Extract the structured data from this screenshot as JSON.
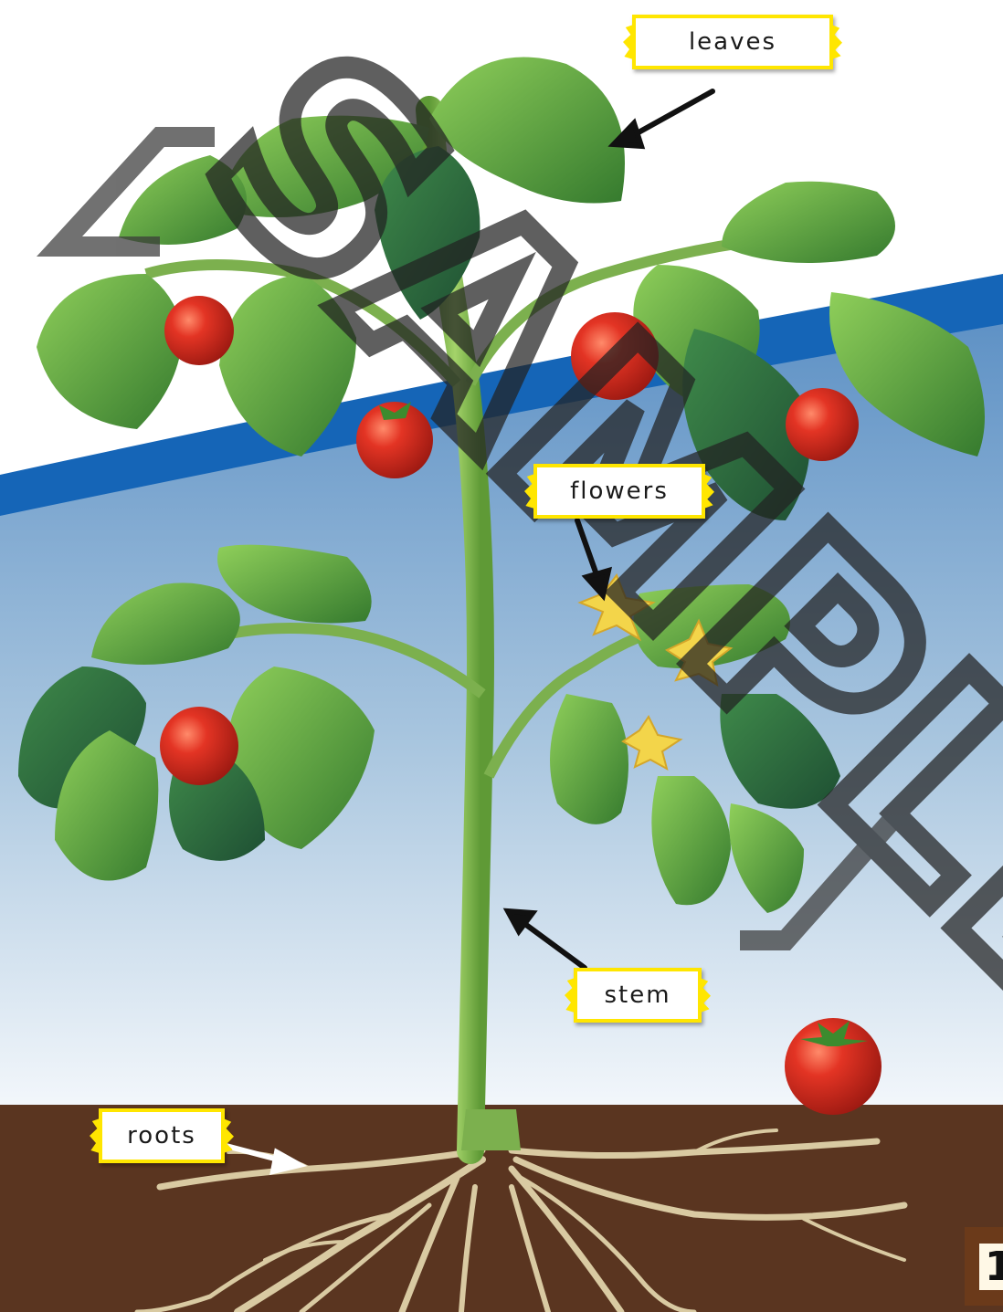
{
  "labels": {
    "leaves": "leaves",
    "flowers": "flowers",
    "stem": "stem",
    "roots": "roots"
  },
  "watermark": "SAMPLE",
  "page_number": "1",
  "colors": {
    "sky_top": "#5b8fc4",
    "sky_bottom": "#f3f7fb",
    "band": "#1565b7",
    "soil": "#5a3520",
    "leaf": "#4f9a37",
    "leaf_dark": "#2f6b35",
    "stem": "#7cb04e",
    "tomato": "#d62b1f",
    "flower": "#f3d54a",
    "root": "#d9caa2",
    "label_tape": "#ffe600"
  }
}
